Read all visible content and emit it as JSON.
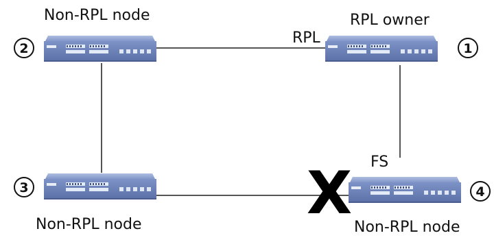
{
  "nodes": [
    {
      "id": "node-2",
      "number": "2",
      "label": "Non-RPL node"
    },
    {
      "id": "node-1",
      "number": "1",
      "label": "RPL owner"
    },
    {
      "id": "node-3",
      "number": "3",
      "label": "Non-RPL node"
    },
    {
      "id": "node-4",
      "number": "4",
      "label": "Non-RPL node"
    }
  ],
  "links": {
    "top": "RPL",
    "right": "FS",
    "bottom_failure_mark": "X"
  },
  "colors": {
    "switch_body": "#7a8fc0",
    "switch_port": "#d8e2f5",
    "link_line": "#555555",
    "text": "#111111"
  }
}
